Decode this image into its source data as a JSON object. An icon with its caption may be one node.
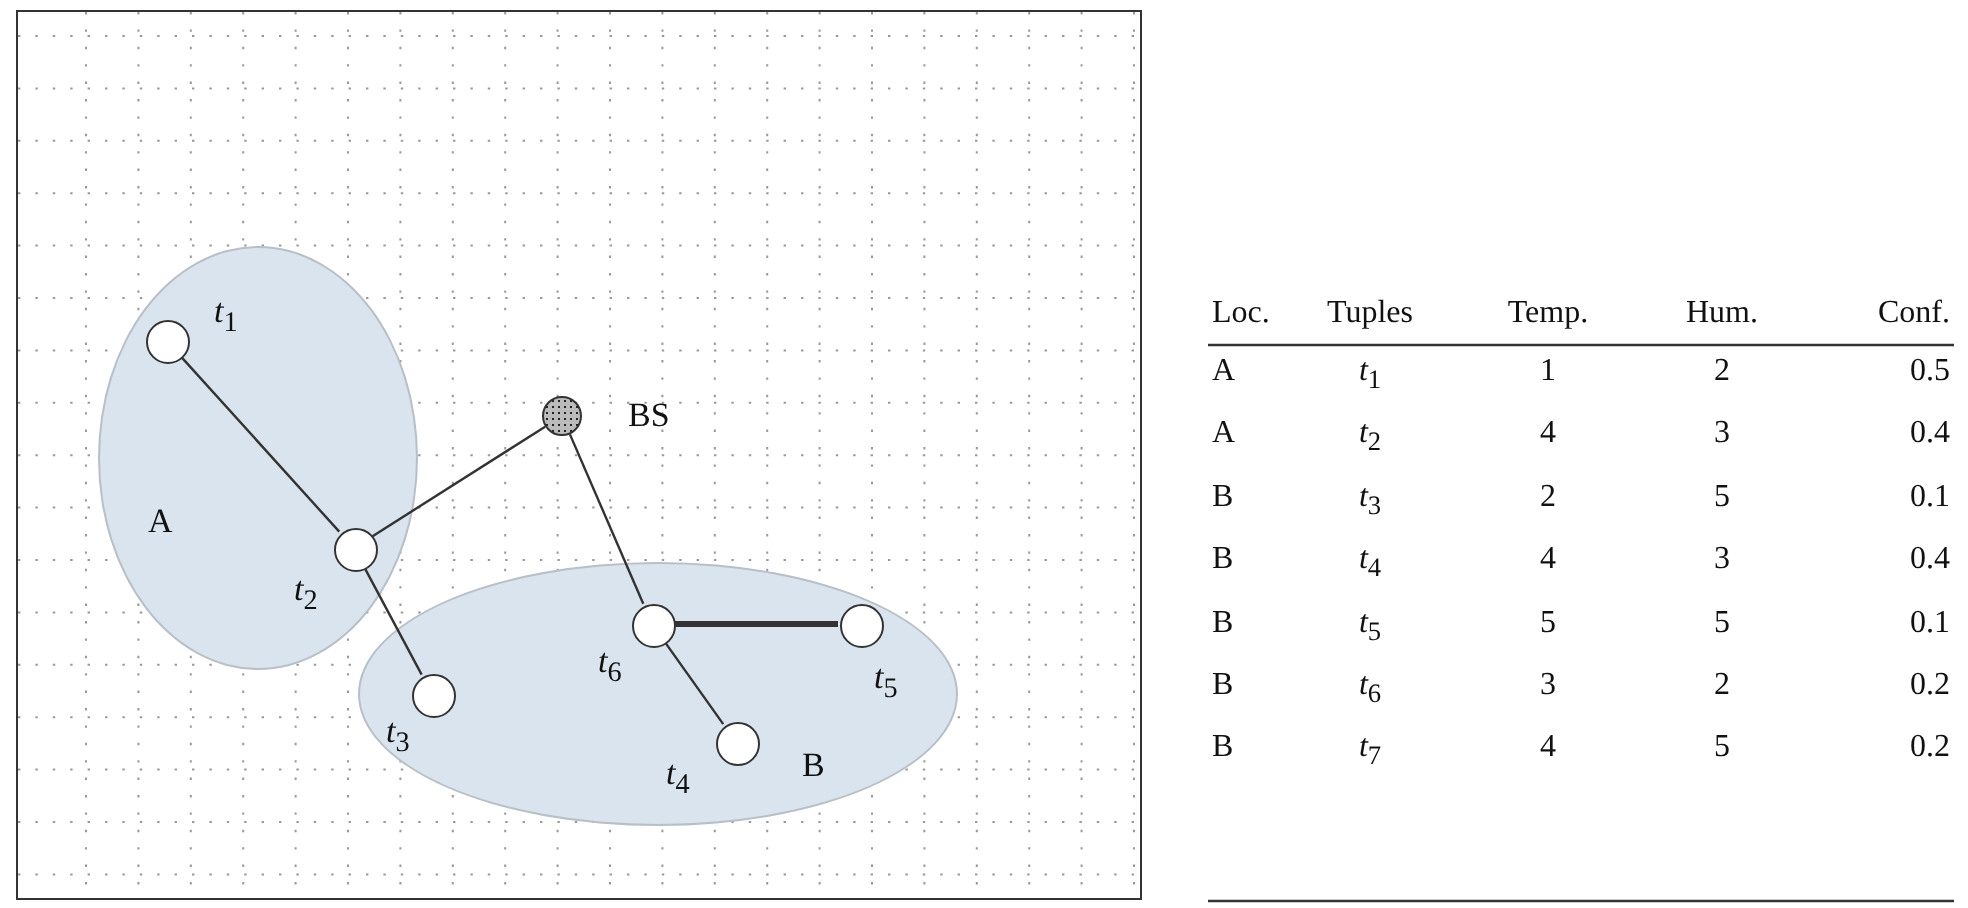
{
  "diagram": {
    "nodes": [
      {
        "text": [
          "A"
        ]
      },
      {
        "text": [],
        "shape": "circle",
        "beside": [
          "*t*$_{1}$"
        ],
        "in": 0
      },
      {
        "text": [],
        "shape": "circle",
        "beside": [
          "*t*$_{2}$"
        ],
        "in": 0
      },
      {
        "text": [],
        "shape": "circle",
        "beside": [
          "BS"
        ]
      },
      {
        "text": [
          "B"
        ]
      },
      {
        "text": [],
        "shape": "circle",
        "beside": [
          "*t*$_{3}$"
        ],
        "in": 4
      },
      {
        "text": [],
        "shape": "circle",
        "beside": [
          "*t*$_{4}$"
        ],
        "in": 4
      },
      {
        "text": [],
        "shape": "circle",
        "beside": [
          "*t*$_{5}$"
        ],
        "in": 4
      },
      {
        "text": [],
        "shape": "circle",
        "beside": [
          "*t*$_{6}$"
        ],
        "in": 4
      }
    ],
    "edges": [
      {
        "from": 1,
        "to": 2,
        "arrow": "none"
      },
      {
        "from": 2,
        "to": 3,
        "arrow": "none"
      },
      {
        "from": 2,
        "to": 5,
        "arrow": "none"
      },
      {
        "from": 3,
        "to": 8,
        "arrow": "none"
      },
      {
        "from": 8,
        "to": 7,
        "arrow": "none",
        "style": "thick"
      },
      {
        "from": 8,
        "to": 6,
        "arrow": "none"
      }
    ],
    "labels": [
      "Loc.",
      "Tuples",
      "Temp.",
      "Hum.",
      "Conf.",
      "A",
      "*t*$_{1}$",
      "1",
      "2",
      "0.5",
      "A",
      "*t*$_{2}$",
      "4",
      "3",
      "0.4",
      "B",
      "*t*$_{3}$",
      "2",
      "5",
      "0.1",
      "B",
      "*t*$_{4}$",
      "4",
      "3",
      "0.4",
      "B",
      "*t*$_{5}$",
      "5",
      "5",
      "0.1",
      "B",
      "*t*$_{6}$",
      "3",
      "2",
      "0.2",
      "B",
      "*t*$_{7}$",
      "4",
      "5",
      "0.2"
    ]
  }
}
